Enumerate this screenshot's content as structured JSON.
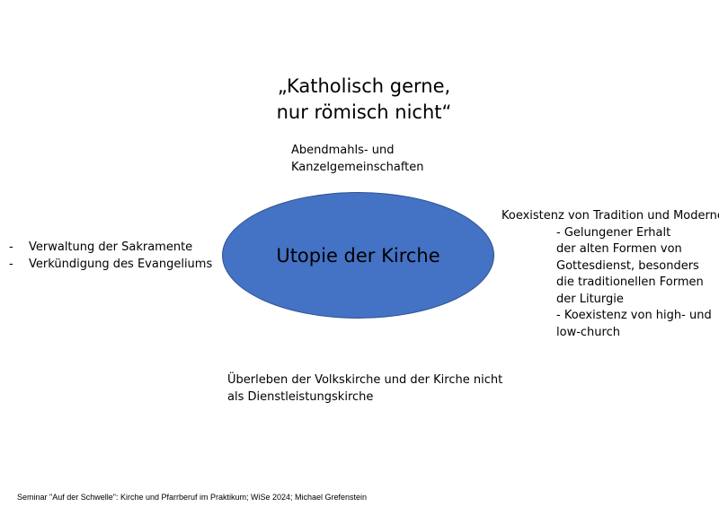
{
  "title_lines": [
    "„Katholisch gerne,",
    "nur römisch nicht“"
  ],
  "center": "Utopie der Kirche",
  "top_lines": [
    "Abendmahls- und",
    "Kanzelgemeinschaften"
  ],
  "left_items": [
    "Verwaltung der Sakramente",
    "Verkündigung des Evangeliums"
  ],
  "right": {
    "heading": "Koexistenz von Tradition und Moderne",
    "lines": [
      "- Gelungener Erhalt",
      "der alten Formen von",
      "Gottesdienst, besonders",
      "die traditionellen Formen",
      "der Liturgie",
      "- Koexistenz von high- und",
      "low-church"
    ]
  },
  "bottom_lines": [
    "Überleben der Volkskirche und der Kirche nicht",
    "als Dienstleistungskirche"
  ],
  "footer": "Seminar \"Auf der Schwelle\": Kirche und Pfarrberuf im Praktikum; WiSe 2024; Michael Grefenstein",
  "colors": {
    "ellipse_fill": "#4472c4",
    "ellipse_border": "#2f528f"
  }
}
